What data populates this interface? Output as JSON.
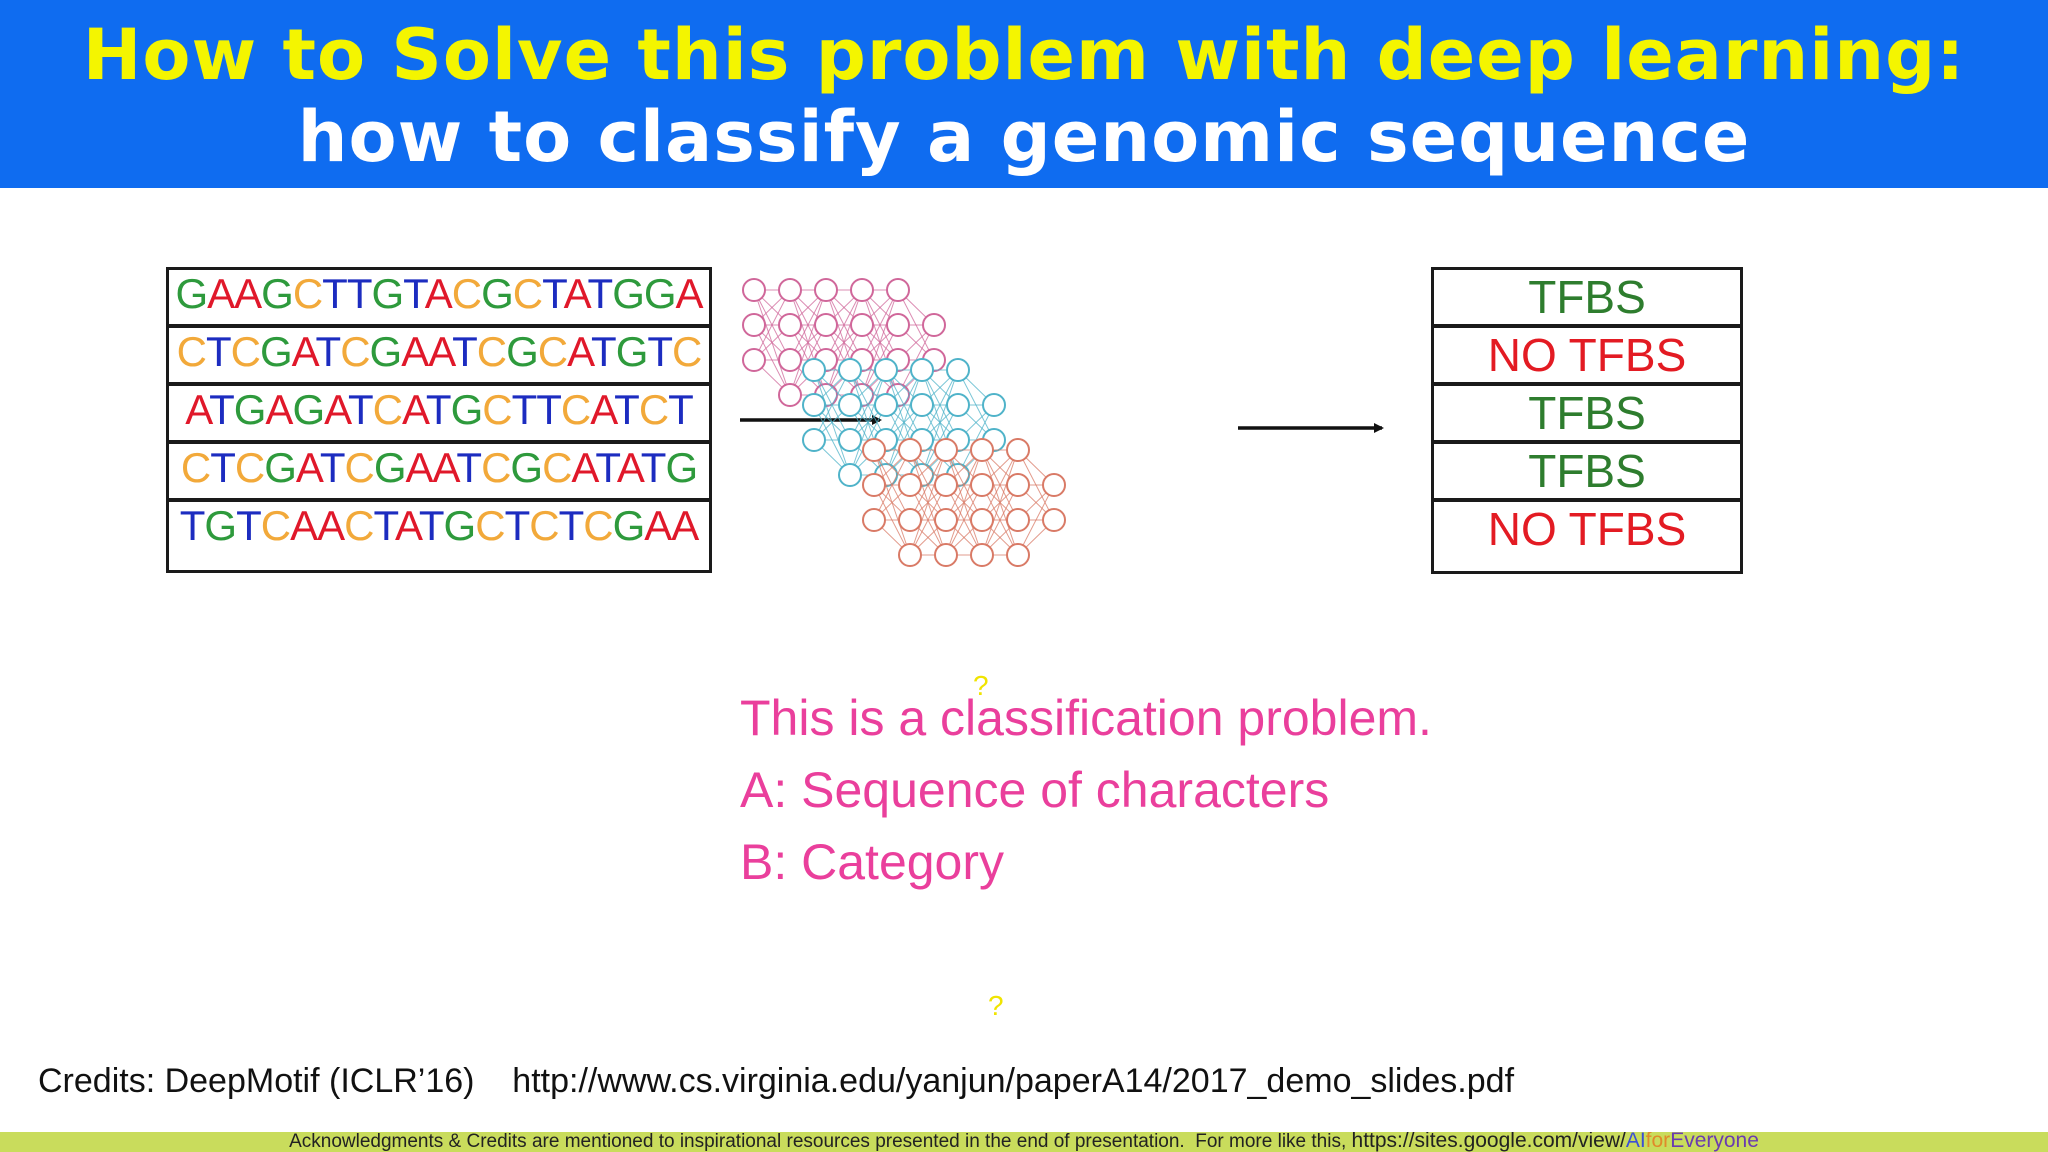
{
  "slide": {
    "title_line1": "How to Solve this problem with deep learning:",
    "title_line2": "how to classify a genomic sequence"
  },
  "sequences": [
    "GAAGCTTGTACGCTATGGA",
    "CTCGATCGAATCGCATGTC",
    "ATGAGATCATGCTTCATCT",
    "CTCGATCGAATCGCATATG",
    "TGTCAACTATGCTCTCGAA"
  ],
  "nucleotide_colors": {
    "A": "#e0182a",
    "C": "#f2a93a",
    "G": "#2e9a3c",
    "T": "#1c2cc0"
  },
  "labels": [
    "TFBS",
    "NO TFBS",
    "TFBS",
    "TFBS",
    "NO TFBS"
  ],
  "neural_network": {
    "icon": "stacked-neural-network-icon",
    "layer_colors": [
      "#d0679a",
      "#4fb3c9",
      "#d97a66"
    ]
  },
  "note": {
    "line1": "This is a classification problem.",
    "line2": "A:  Sequence of characters",
    "line3": "B:  Category"
  },
  "marks": {
    "question_mark": "?"
  },
  "credits": {
    "label": "Credits: DeepMotif (ICLR’16)",
    "url": "http://www.cs.virginia.edu/yanjun/paperA14/2017_demo_slides.pdf"
  },
  "footer": {
    "text": "Acknowledgments & Credits are mentioned to inspirational resources presented in the end of presentation.  For more like this, ",
    "link_prefix": "https://sites.google.com/view/",
    "brand_ai": "AI",
    "brand_for": "for",
    "brand_everyone": "Everyone"
  }
}
